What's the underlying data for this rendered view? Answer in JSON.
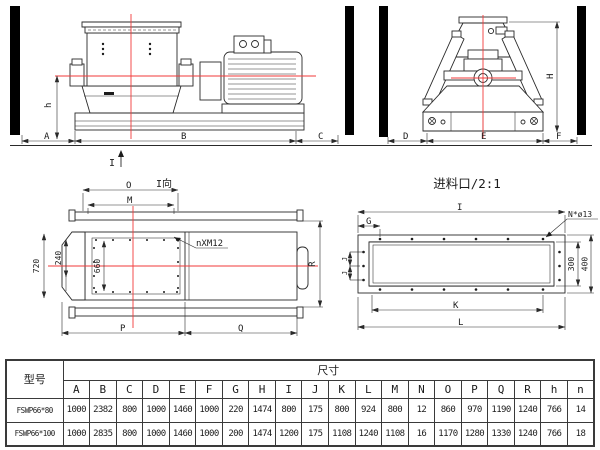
{
  "drawing": {
    "side_view": {
      "dim_a": "A",
      "dim_b": "B",
      "dim_c": "C",
      "dim_h": "h",
      "section_label": "I"
    },
    "end_view": {
      "dim_d": "D",
      "dim_e": "E",
      "dim_f": "F",
      "dim_h_cap": "H"
    },
    "i_view": {
      "title": "I向",
      "dim_o": "O",
      "dim_m": "M",
      "dim_p": "P",
      "dim_q": "Q",
      "dim_r": "R",
      "dim_720": "720",
      "dim_240": "240",
      "dim_660": "660",
      "bolt_note": "nXM12"
    },
    "inlet_view": {
      "title": "进料口/2:1",
      "dim_g": "G",
      "dim_i": "I",
      "dim_k": "K",
      "dim_l": "L",
      "dim_j_upper": "J",
      "dim_j_lower": "J",
      "dim_300": "300",
      "dim_400": "400",
      "hole_note": "N*ø13"
    }
  },
  "table": {
    "model_header": "型号",
    "size_header": "尺寸",
    "columns": [
      "A",
      "B",
      "C",
      "D",
      "E",
      "F",
      "G",
      "H",
      "I",
      "J",
      "K",
      "L",
      "M",
      "N",
      "O",
      "P",
      "Q",
      "R",
      "h",
      "n"
    ],
    "rows": [
      {
        "model": "FSWP66*80",
        "values": [
          "1000",
          "2382",
          "800",
          "1000",
          "1460",
          "1000",
          "220",
          "1474",
          "800",
          "175",
          "800",
          "924",
          "800",
          "12",
          "860",
          "970",
          "1190",
          "1240",
          "766",
          "14"
        ]
      },
      {
        "model": "FSWP66*100",
        "values": [
          "1000",
          "2835",
          "800",
          "1000",
          "1460",
          "1000",
          "200",
          "1474",
          "1200",
          "175",
          "1108",
          "1240",
          "1108",
          "16",
          "1170",
          "1280",
          "1330",
          "1240",
          "766",
          "18"
        ]
      }
    ]
  },
  "colors": {
    "line": "#2a2a2a",
    "centerline": "#f23a3a",
    "wall": "#000000",
    "table_border": "#3a3a3a",
    "background": "#ffffff"
  }
}
